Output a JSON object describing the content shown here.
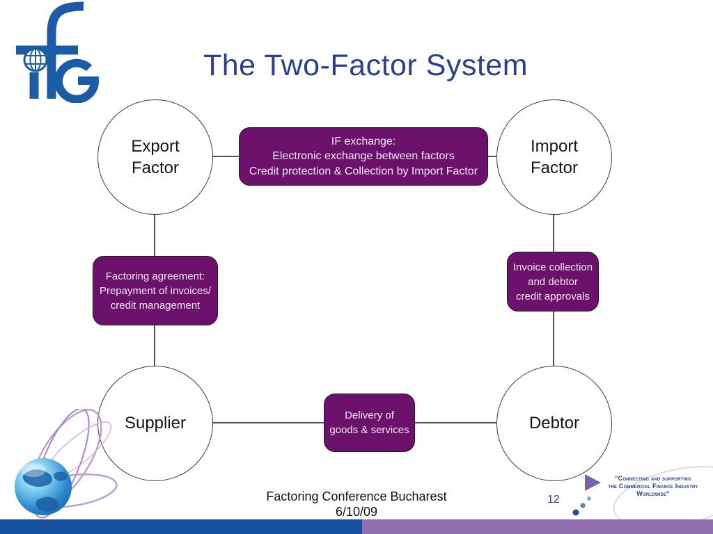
{
  "title": "The Two-Factor System",
  "nodes": {
    "export": {
      "line1": "Export",
      "line2": "Factor"
    },
    "import": {
      "line1": "Import",
      "line2": "Factor"
    },
    "supplier": {
      "label": "Supplier"
    },
    "debtor": {
      "label": "Debtor"
    }
  },
  "boxes": {
    "top": {
      "line1": "IF exchange:",
      "line2": "Electronic exchange between factors",
      "line3": "Credit protection & Collection by Import Factor"
    },
    "left": {
      "line1": "Factoring agreement:",
      "line2": "Prepayment of invoices/",
      "line3": "credit management"
    },
    "right": {
      "line1": "Invoice collection",
      "line2": "and debtor",
      "line3": "credit approvals"
    },
    "bottom": {
      "line1": "Delivery of",
      "line2": "goods & services"
    }
  },
  "footer": {
    "line1": "Factoring Conference Bucharest",
    "line2": "6/10/09",
    "page_number": "12"
  },
  "tagline": {
    "line1": "\"Connecting and supporting",
    "line2": "the Commercial Finance Industry",
    "line3": "Worldwide\""
  },
  "icons": {
    "logo": "ifg-logo",
    "globe": "globe-swirl-graphic",
    "arrow": "tagline-arrow"
  },
  "colors": {
    "title_blue": "#2b3f92",
    "box_purple": "#6b116b",
    "box_text": "#f6eaf6",
    "bar_blue": "#15509e",
    "bar_purple": "#9070b0",
    "logo_blue": "#1b5ca8",
    "line_gray": "#4d4d4d"
  }
}
